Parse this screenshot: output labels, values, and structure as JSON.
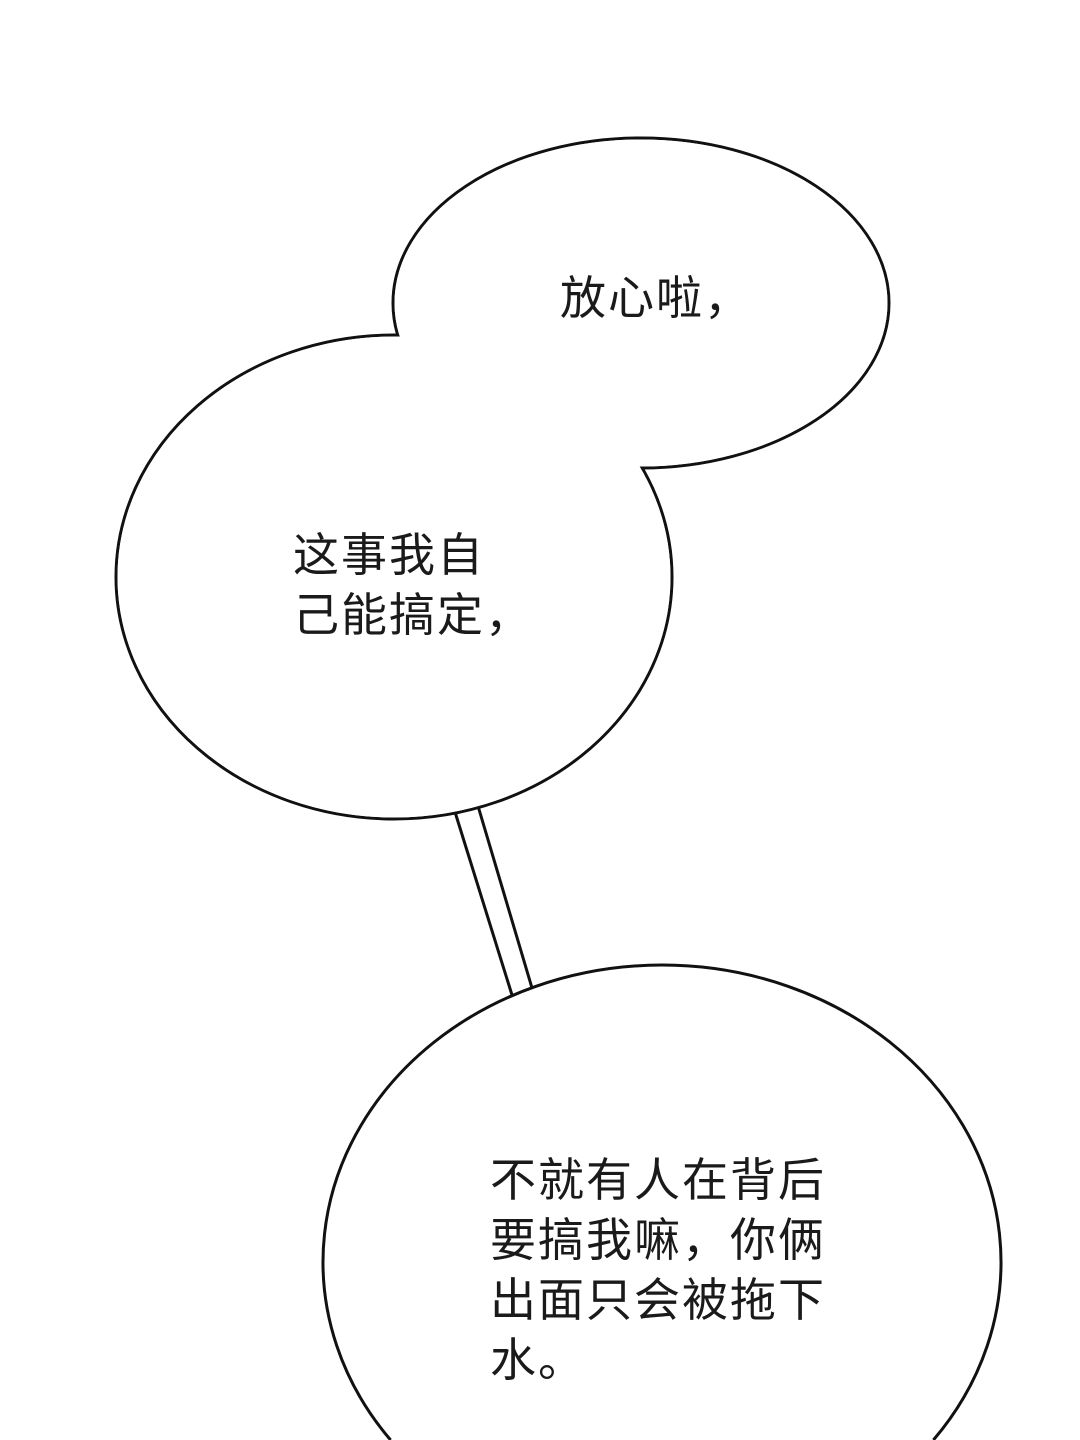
{
  "bubbles": [
    {
      "lines": [
        "放心啦，"
      ]
    },
    {
      "lines": [
        "这事我自",
        "己能搞定，"
      ]
    },
    {
      "lines": [
        "不就有人在背后",
        "要搞我嘛，你俩",
        "出面只会被拖下",
        "水。"
      ]
    }
  ],
  "colors": {
    "background": "#ffffff",
    "outline": "#111111",
    "text": "#1a1a1a"
  }
}
